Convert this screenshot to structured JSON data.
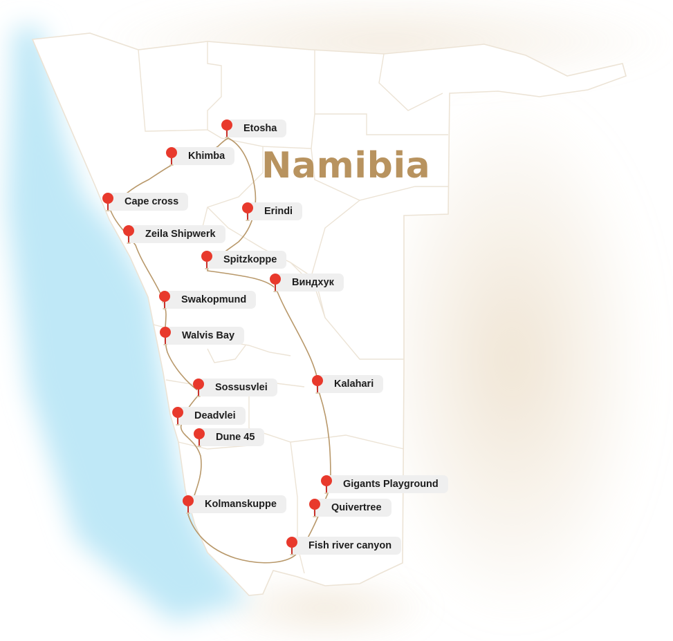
{
  "map": {
    "country": "Namibia",
    "route_color": "#b8986a",
    "pin_color": "#e8392c",
    "label_bg": "#efefef",
    "ocean_color": "#c9ecf8",
    "title_color": "#b8935f"
  },
  "places": [
    {
      "id": "etosha",
      "name": "Etosha"
    },
    {
      "id": "khimba",
      "name": "Khimba"
    },
    {
      "id": "cape-cross",
      "name": "Cape cross"
    },
    {
      "id": "zeila-shipwerk",
      "name": "Zeila Shipwerk"
    },
    {
      "id": "erindi",
      "name": "Erindi"
    },
    {
      "id": "spitzkoppe",
      "name": "Spitzkoppe"
    },
    {
      "id": "windhoek",
      "name": "Виндхук"
    },
    {
      "id": "swakopmund",
      "name": "Swakopmund"
    },
    {
      "id": "walvis-bay",
      "name": "Walvis Bay"
    },
    {
      "id": "kalahari",
      "name": "Kalahari"
    },
    {
      "id": "sossusvlei",
      "name": "Sossusvlei"
    },
    {
      "id": "deadvlei",
      "name": "Deadvlei"
    },
    {
      "id": "dune-45",
      "name": "Dune 45"
    },
    {
      "id": "gigants-playground",
      "name": "Gigants Playground"
    },
    {
      "id": "kolmanskuppe",
      "name": "Kolmanskuppe"
    },
    {
      "id": "quivertree",
      "name": "Quivertree"
    },
    {
      "id": "fish-river-canyon",
      "name": "Fish river canyon"
    }
  ]
}
